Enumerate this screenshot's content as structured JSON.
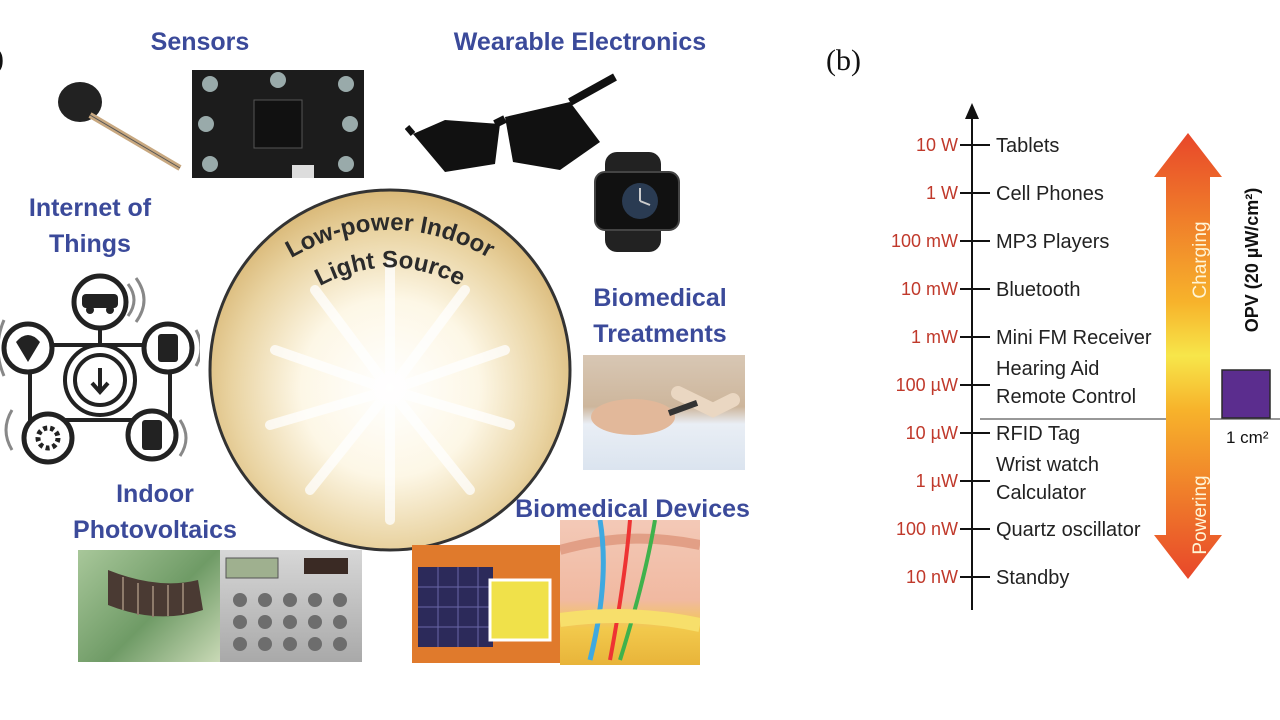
{
  "panel_a": {
    "label": ")",
    "center": {
      "line1": "Low-power Indoor",
      "line2": "Light Source"
    },
    "categories": {
      "sensors": "Sensors",
      "wearable": "Wearable Electronics",
      "iot_line1": "Internet of",
      "iot_line2": "Things",
      "biomed_treat_line1": "Biomedical",
      "biomed_treat_line2": "Treatments",
      "indoor_pv_line1": "Indoor",
      "indoor_pv_line2": "Photovoltaics",
      "biomed_devices": "Biomedical Devices"
    }
  },
  "panel_b": {
    "label": "(b)",
    "levels": [
      {
        "power": "10 W",
        "device": "Tablets"
      },
      {
        "power": "1 W",
        "device": "Cell Phones"
      },
      {
        "power": "100 mW",
        "device": "MP3 Players"
      },
      {
        "power": "10 mW",
        "device": "Bluetooth"
      },
      {
        "power": "1 mW",
        "device": "Mini FM Receiver"
      },
      {
        "power": "100 µW",
        "device": "Hearing Aid",
        "device2": "Remote Control"
      },
      {
        "power": "10 µW",
        "device": "RFID Tag"
      },
      {
        "power": "1 µW",
        "device": "Wrist watch",
        "device2": "Calculator"
      },
      {
        "power": "100 nW",
        "device": "Quartz oscillator"
      },
      {
        "power": "10 nW",
        "device": "Standby"
      }
    ],
    "charging": "Charging",
    "powering": "Powering",
    "opv": "OPV (20 µW/cm²)",
    "area": "1 cm²",
    "colors": {
      "power_text": "#c0392b",
      "opv_square": "#5b2d8e",
      "arrow_top": "#e8472a",
      "arrow_mid": "#f5c400"
    }
  }
}
